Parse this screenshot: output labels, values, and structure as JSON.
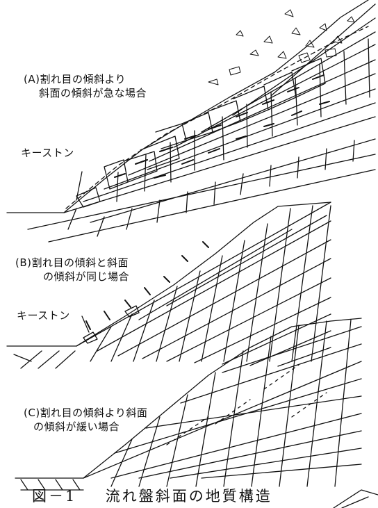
{
  "panels": [
    {
      "id": "A",
      "label_line1": "(A)割れ目の傾斜より",
      "label_line2": "斜面の傾斜が急な場合"
    },
    {
      "id": "B",
      "label_line1": "(B)割れ目の傾斜と斜面",
      "label_line2": "の傾斜が同じ場合"
    },
    {
      "id": "C",
      "label_line1": "(C)割れ目の傾斜より斜面",
      "label_line2": "の傾斜が緩い場合"
    }
  ],
  "keystone_label_a": "キーストン",
  "keystone_label_b": "キーストン",
  "caption": {
    "number": "図－1",
    "title": "流れ盤斜面の地質構造"
  }
}
